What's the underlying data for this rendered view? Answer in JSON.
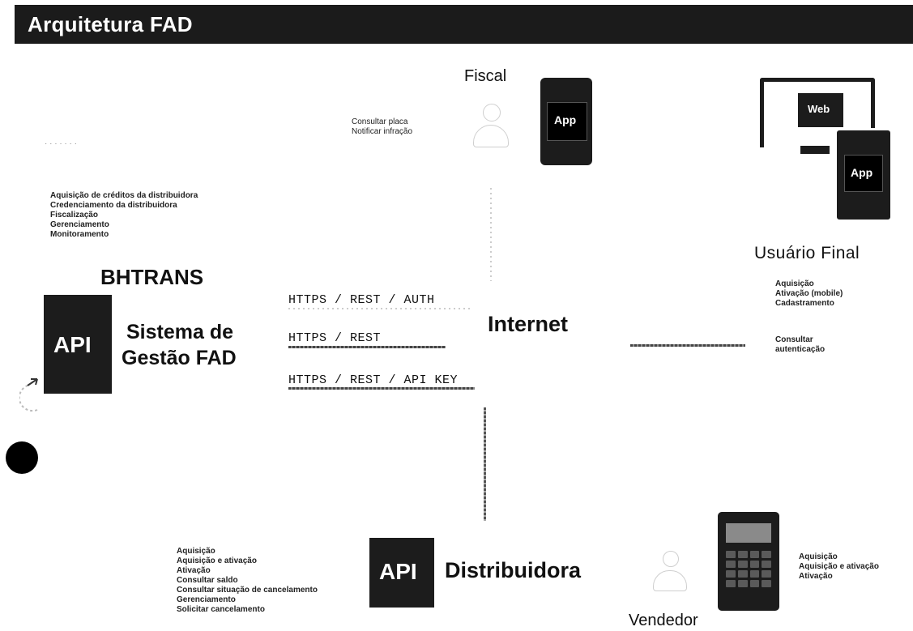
{
  "title": "Arquitetura FAD",
  "fiscal": {
    "label": "Fiscal",
    "app_label": "App",
    "actions": [
      "Consultar placa",
      "Notificar infração"
    ]
  },
  "usuario_final": {
    "label": "Usuário Final",
    "web_label": "Web",
    "app_label": "App",
    "actions_1": [
      "Aquisição",
      "Ativação (mobile)",
      "Cadastramento"
    ],
    "actions_2": [
      "Consultar",
      "autenticação"
    ]
  },
  "bhtrans": {
    "faint_text": "· · ·  · · · ·",
    "label": "BHTRANS",
    "functions": [
      "Aquisição de créditos da distribuidora",
      "Credenciamento da distribuidora",
      "Fiscalização",
      "Gerenciamento",
      "Monitoramento"
    ],
    "api_label": "API",
    "system_name_line1": "Sistema de",
    "system_name_line2": "Gestão FAD"
  },
  "protocols": [
    "HTTPS / REST / AUTH",
    "HTTPS / REST",
    "HTTPS / REST / API KEY"
  ],
  "internet": {
    "label": "Internet"
  },
  "distribuidora": {
    "api_label": "API",
    "label": "Distribuidora",
    "functions": [
      "Aquisição",
      "Aquisição e ativação",
      "Ativação",
      "Consultar saldo",
      "Consultar situação de cancelamento",
      "Gerenciamento",
      "Solicitar cancelamento"
    ]
  },
  "vendedor": {
    "label": "Vendedor",
    "actions": [
      "Aquisição",
      "Aquisição e ativação",
      "Ativação"
    ]
  }
}
